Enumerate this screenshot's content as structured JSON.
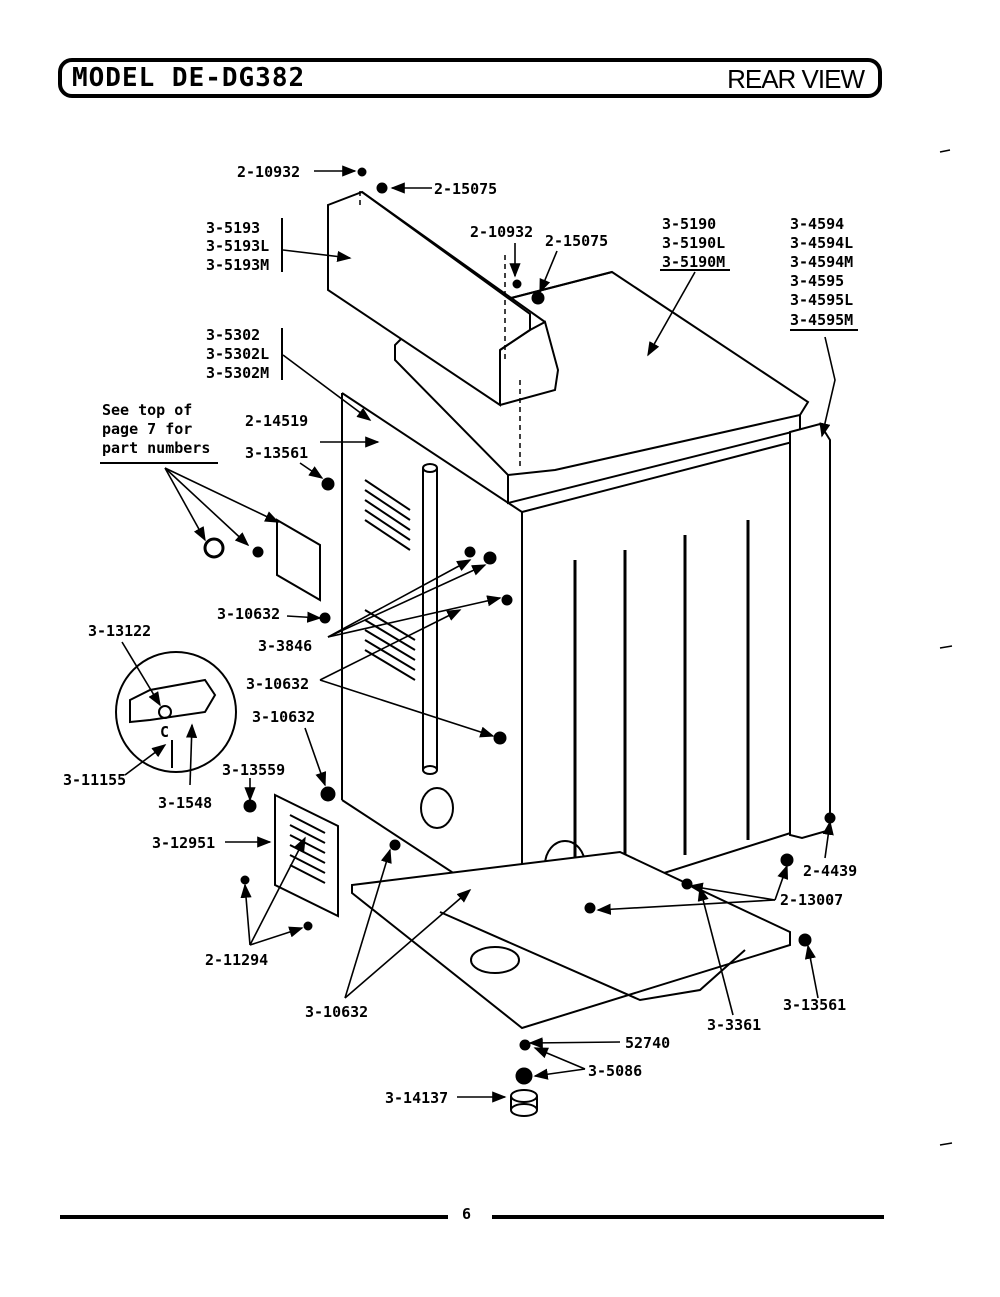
{
  "header": {
    "model": "MODEL DE-DG382",
    "view": "REAR VIEW"
  },
  "note": [
    "See top of",
    "page 7 for",
    "part numbers"
  ],
  "labels": {
    "p2_10932_top": "2-10932",
    "p2_15075_top": "2-15075",
    "p3_5193": "3-5193",
    "p3_5193L": "3-5193L",
    "p3_5193M": "3-5193M",
    "p2_10932_mid": "2-10932",
    "p2_15075_mid": "2-15075",
    "p3_5190": "3-5190",
    "p3_5190L": "3-5190L",
    "p3_5190M": "3-5190M",
    "p3_4594": "3-4594",
    "p3_4594L": "3-4594L",
    "p3_4594M": "3-4594M",
    "p3_4595": "3-4595",
    "p3_4595L": "3-4595L",
    "p3_4595M": "3-4595M",
    "p3_5302": "3-5302",
    "p3_5302L": "3-5302L",
    "p3_5302M": "3-5302M",
    "p2_14519": "2-14519",
    "p3_13561_a": "3-13561",
    "p3_10632_a": "3-10632",
    "p3_13122": "3-13122",
    "p3_3846": "3-3846",
    "p3_10632_b": "3-10632",
    "p3_10632_c": "3-10632",
    "p3_11155": "3-11155",
    "p3_13559": "3-13559",
    "p3_1548": "3-1548",
    "p3_12951": "3-12951",
    "p2_4439": "2-4439",
    "p2_13007": "2-13007",
    "p2_11294": "2-11294",
    "p3_13561_b": "3-13561",
    "p3_10632_d": "3-10632",
    "p3_3361": "3-3361",
    "p52740": "52740",
    "p3_5086": "3-5086",
    "p3_14137": "3-14137",
    "clip_letter": "C"
  },
  "footer": {
    "page": "6"
  }
}
